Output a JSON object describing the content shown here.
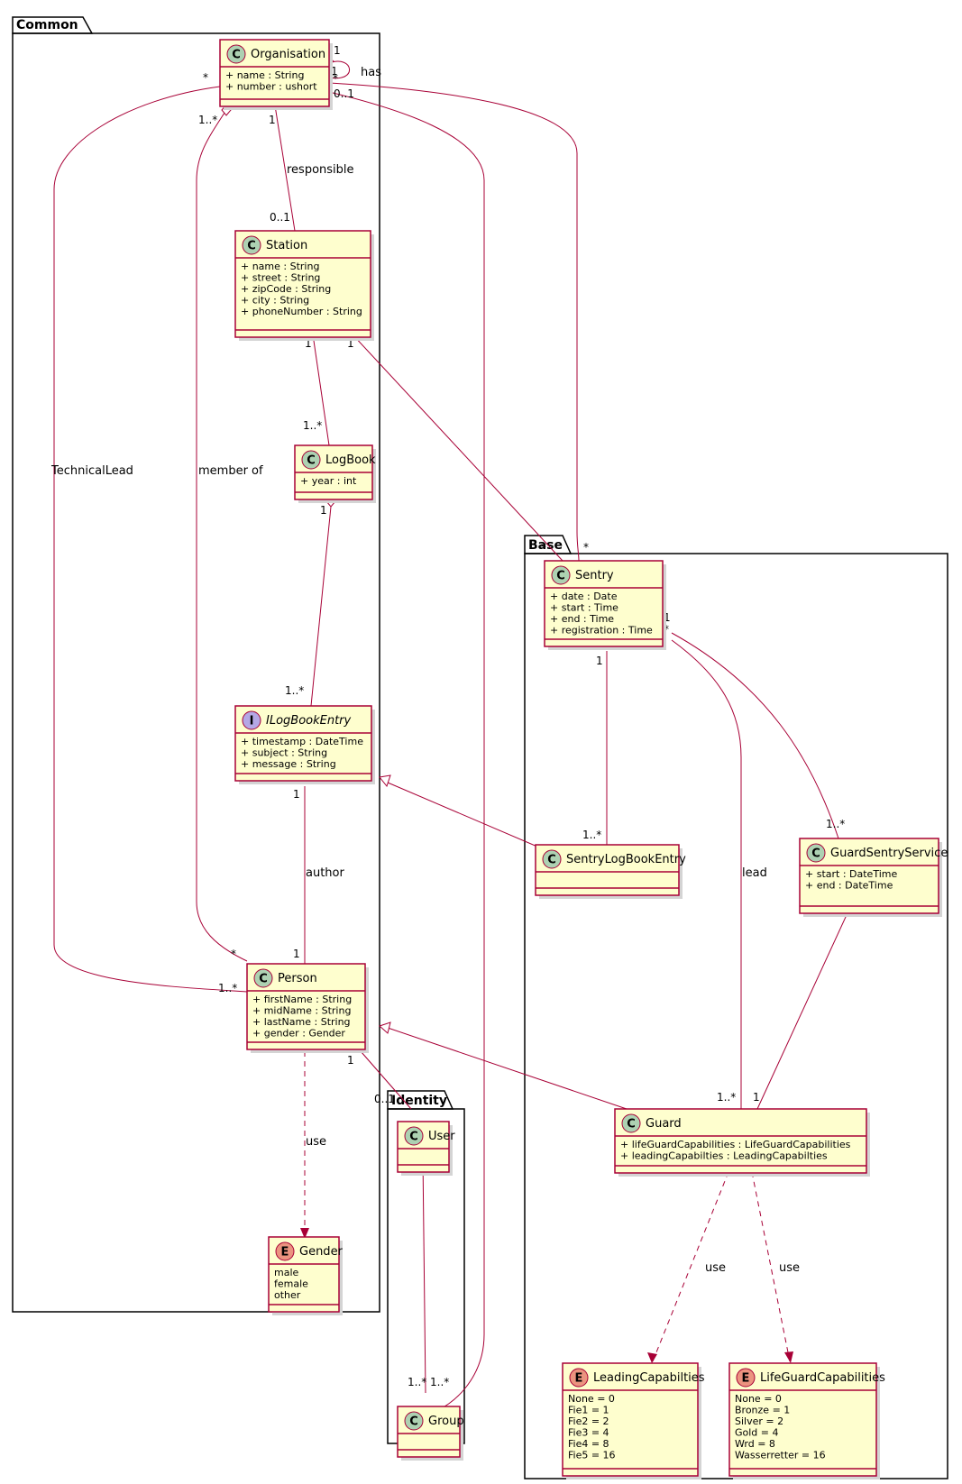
{
  "packages": {
    "common": "Common",
    "base": "Base",
    "identity": "Identity"
  },
  "classes": {
    "organisation": {
      "name": "Organisation",
      "stereotype": "C",
      "attrs": [
        "+ name : String",
        "+ number : ushort"
      ]
    },
    "station": {
      "name": "Station",
      "stereotype": "C",
      "attrs": [
        "+ name : String",
        "+ street : String",
        "+ zipCode : String",
        "+ city : String",
        "+ phoneNumber : String"
      ]
    },
    "logbook": {
      "name": "LogBook",
      "stereotype": "C",
      "attrs": [
        "+ year : int"
      ]
    },
    "ilogbookentry": {
      "name": "ILogBookEntry",
      "stereotype": "I",
      "attrs": [
        "+ timestamp : DateTime",
        "+ subject : String",
        "+ message : String"
      ]
    },
    "person": {
      "name": "Person",
      "stereotype": "C",
      "attrs": [
        "+ firstName : String",
        "+ midName : String",
        "+ lastName : String",
        "+ gender : Gender"
      ]
    },
    "gender": {
      "name": "Gender",
      "stereotype": "E",
      "attrs": [
        "male",
        "female",
        "other"
      ]
    },
    "sentry": {
      "name": "Sentry",
      "stereotype": "C",
      "attrs": [
        "+ date : Date",
        "+ start : Time",
        "+ end : Time",
        "+ registration : Time"
      ]
    },
    "sentrylogbookentry": {
      "name": "SentryLogBookEntry",
      "stereotype": "C",
      "attrs": []
    },
    "guardsentryservice": {
      "name": "GuardSentryService",
      "stereotype": "C",
      "attrs": [
        "+ start : DateTime",
        "+ end : DateTime"
      ]
    },
    "guard": {
      "name": "Guard",
      "stereotype": "C",
      "attrs": [
        "+ lifeGuardCapabilities : LifeGuardCapabilities",
        "+ leadingCapabilties : LeadingCapabilties"
      ]
    },
    "leadingcapabilties": {
      "name": "LeadingCapabilties",
      "stereotype": "E",
      "attrs": [
        "None = 0",
        "Fie1 = 1",
        "Fie2 = 2",
        "Fie3 = 4",
        "Fie4 = 8",
        "Fie5 = 16"
      ]
    },
    "lifeguardcapabilities": {
      "name": "LifeGuardCapabilities",
      "stereotype": "E",
      "attrs": [
        "None = 0",
        "Bronze = 1",
        "Silver = 2",
        "Gold = 4",
        "Wrd = 8",
        "Wasserretter = 16"
      ]
    },
    "user": {
      "name": "User",
      "stereotype": "C",
      "attrs": []
    },
    "group": {
      "name": "Group",
      "stereotype": "C",
      "attrs": []
    }
  },
  "relations": {
    "has": "has",
    "responsible": "responsible",
    "technicallead": "TechnicalLead",
    "memberof": "member of",
    "author": "author",
    "lead": "lead",
    "use_person_gender": "use",
    "use_guard_leading": "use",
    "use_guard_lifeguard": "use"
  },
  "multiplicities": {
    "org_has_top": "1",
    "org_has_1": "1",
    "org_has_star": "*",
    "org_tl": "*",
    "org_member": "1..*",
    "org_resp": "1",
    "org_group": "0..1",
    "station_resp": "0..1",
    "station_logbook": "1",
    "station_sentry": "1",
    "logbook_station": "1..*",
    "logbook_entry": "1",
    "entry_logbook": "1..*",
    "entry_author": "1",
    "person_author": "1",
    "person_member": "*",
    "person_tl": "1..*",
    "person_user": "1",
    "user_person": "0..1",
    "user_group": "*",
    "group_user": "1..*",
    "group_org": "1..*",
    "sentry_org": "*",
    "sentry_station": "*",
    "sentry_gss_1": "1",
    "sentry_gss_star": "*",
    "sentry_log": "1",
    "sentrylog_sentry": "1..*",
    "gss_sentry": "1..*",
    "gss_guard": "*",
    "guard_lead": "1..*",
    "guard_gss": "1"
  }
}
